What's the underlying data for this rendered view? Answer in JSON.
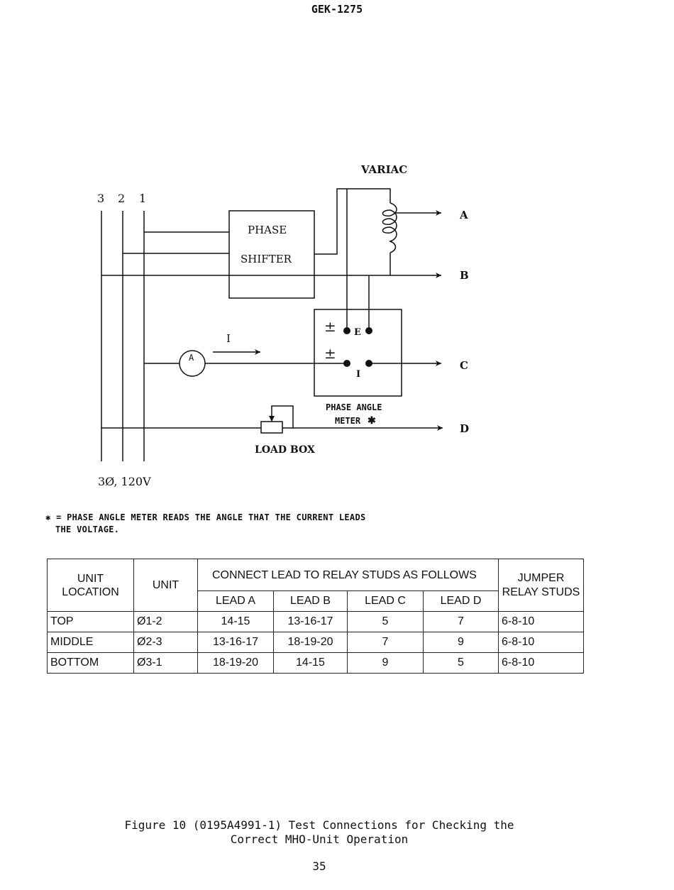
{
  "header": {
    "doc_id": "GEK-1275"
  },
  "diagram": {
    "phase_labels": [
      "3",
      "2",
      "1"
    ],
    "supply_label": "3Ø, 120V",
    "variac_label": "VARIAC",
    "phase_shifter_line1": "PHASE",
    "phase_shifter_line2": "SHIFTER",
    "ammeter_label": "A",
    "current_label": "I",
    "plus_minus": "±",
    "meter_e": "E",
    "meter_i": "I",
    "meter_label_line1": "PHASE ANGLE",
    "meter_label_line2": "METER",
    "asterisk": "✱",
    "load_box_label": "LOAD BOX",
    "lead_a": "A",
    "lead_b": "B",
    "lead_c": "C",
    "lead_d": "D"
  },
  "note": {
    "symbol": "✱",
    "line1": "= PHASE ANGLE METER READS THE ANGLE THAT THE CURRENT LEADS",
    "line2": "THE VOLTAGE."
  },
  "table": {
    "h_unit_location": "UNIT LOCATION",
    "h_unit": "UNIT",
    "h_connect": "CONNECT LEAD TO RELAY STUDS AS FOLLOWS",
    "h_jumper": "JUMPER RELAY STUDS",
    "h_lead_a": "LEAD A",
    "h_lead_b": "LEAD B",
    "h_lead_c": "LEAD C",
    "h_lead_d": "LEAD D",
    "rows": [
      {
        "location": "TOP",
        "unit": "Ø1-2",
        "lead_a": "14-15",
        "lead_b": "13-16-17",
        "lead_c": "5",
        "lead_d": "7",
        "jumper": "6-8-10"
      },
      {
        "location": "MIDDLE",
        "unit": "Ø2-3",
        "lead_a": "13-16-17",
        "lead_b": "18-19-20",
        "lead_c": "7",
        "lead_d": "9",
        "jumper": "6-8-10"
      },
      {
        "location": "BOTTOM",
        "unit": "Ø3-1",
        "lead_a": "18-19-20",
        "lead_b": "14-15",
        "lead_c": "9",
        "lead_d": "5",
        "jumper": "6-8-10"
      }
    ]
  },
  "caption": {
    "line1": "Figure 10 (0195A4991-1) Test Connections for Checking the",
    "line2": "Correct MHO-Unit Operation"
  },
  "page_number": "35"
}
